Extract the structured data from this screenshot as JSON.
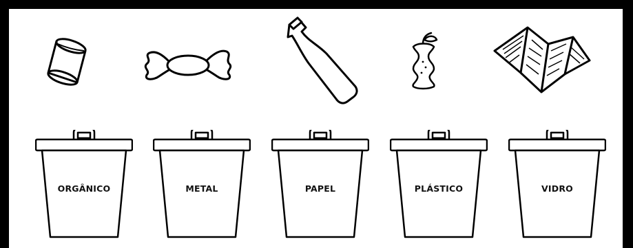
{
  "bins": [
    {
      "label": "ORGÂNICO"
    },
    {
      "label": "METAL"
    },
    {
      "label": "PAPEL"
    },
    {
      "label": "PLÁSTICO"
    },
    {
      "label": "VIDRO"
    }
  ],
  "items": [
    {
      "icon": "can-icon"
    },
    {
      "icon": "candy-wrapper-icon"
    },
    {
      "icon": "bottle-icon"
    },
    {
      "icon": "apple-core-icon"
    },
    {
      "icon": "newspaper-icon"
    }
  ],
  "colors": {
    "stroke": "#000000",
    "background": "#ffffff"
  }
}
